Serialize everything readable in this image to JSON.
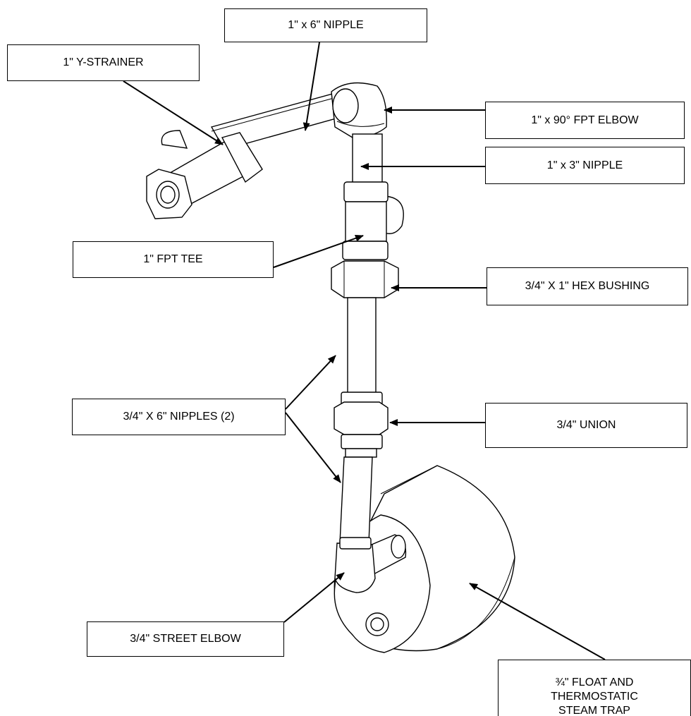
{
  "labels": {
    "y_strainer": "1\" Y-STRAINER",
    "nipple_1x6": "1\" x 6\" NIPPLE",
    "elbow_1x90": "1\" x 90° FPT ELBOW",
    "nipple_1x3": "1\" x 3\" NIPPLE",
    "tee_1_fpt": "1\" FPT TEE",
    "hex_bushing": "3/4\" X 1\" HEX BUSHING",
    "nipples_3_4x6": "3/4\" X 6\" NIPPLES (2)",
    "union_3_4": "3/4\" UNION",
    "street_elbow": "3/4\" STREET ELBOW",
    "steam_trap": "¾\" FLOAT AND\nTHERMOSTATIC\nSTEAM TRAP"
  }
}
